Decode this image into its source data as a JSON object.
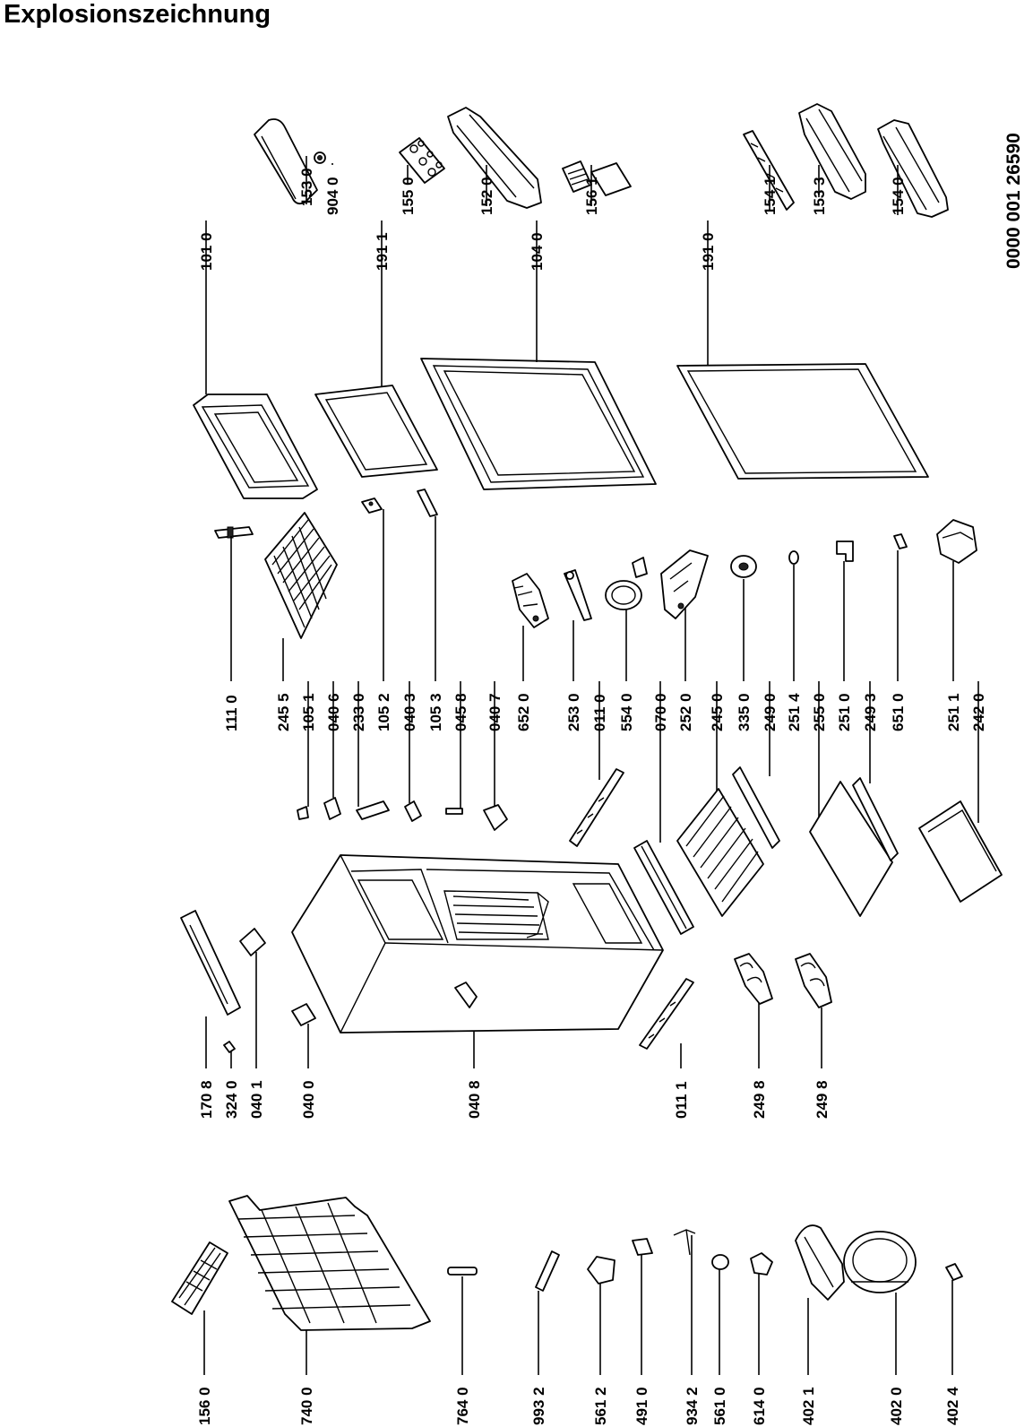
{
  "title": "Explosionszeichnung",
  "document_number": "0000 001 26590",
  "part_labels": [
    "101 0",
    "153 0",
    "904 0",
    "191 1",
    "155 0",
    "152 0",
    "104 0",
    "156 1",
    "191 0",
    "154 1",
    "153 3",
    "154 0",
    "111 0",
    "245 5",
    "105 1",
    "040 6",
    "233 0",
    "105 2",
    "040 3",
    "105 3",
    "045 8",
    "040 7",
    "652 0",
    "253 0",
    "011 0",
    "554 0",
    "070 0",
    "252 0",
    "245 0",
    "335 0",
    "249 0",
    "251 4",
    "255 0",
    "251 0",
    "249 3",
    "651 0",
    "251 1",
    "242 0",
    "170 8",
    "324 0",
    "040 1",
    "040 0",
    "040 8",
    "011 1",
    "249 8",
    "249 8",
    "156 0",
    "740 0",
    "764 0",
    "993 2",
    "561 2",
    "491 0",
    "934 2",
    "561 0",
    "614 0",
    "402 1",
    "402 0",
    "402 4"
  ]
}
